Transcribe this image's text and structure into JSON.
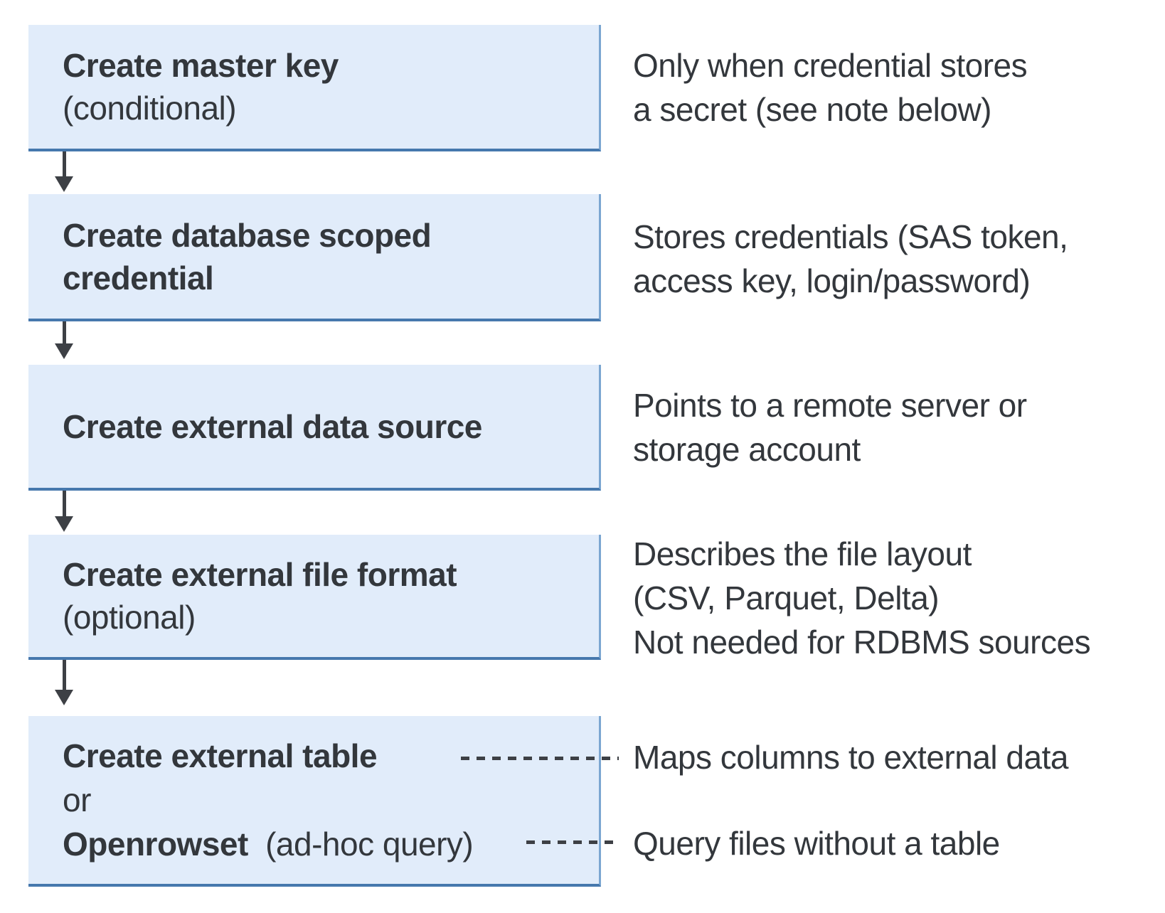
{
  "colors": {
    "box_fill": "#e1ecfa",
    "box_border_right": "#7ba6d1",
    "box_border_bottom": "#4678ad",
    "connector": "#3d4045",
    "text": "#33373c"
  },
  "steps": [
    {
      "title": "Create master key",
      "note": "(conditional)",
      "description": [
        "Only when credential stores",
        "a secret (see note below)"
      ]
    },
    {
      "title": "Create database scoped credential",
      "description": [
        "Stores credentials (SAS token,",
        "access key, login/password)"
      ]
    },
    {
      "title": "Create external data source",
      "description": [
        "Points to a remote server or",
        "storage account"
      ]
    },
    {
      "title": "Create external file format",
      "note": "(optional)",
      "description": [
        "Describes the file layout",
        "(CSV, Parquet, Delta)",
        "Not needed for RDBMS sources"
      ]
    },
    {
      "title": "Create external table",
      "or_label": "or",
      "alt_title": "Openrowset",
      "alt_note": "(ad-hoc query)",
      "table_description": "Maps columns to external data",
      "openrowset_description": "Query files without a table"
    }
  ]
}
